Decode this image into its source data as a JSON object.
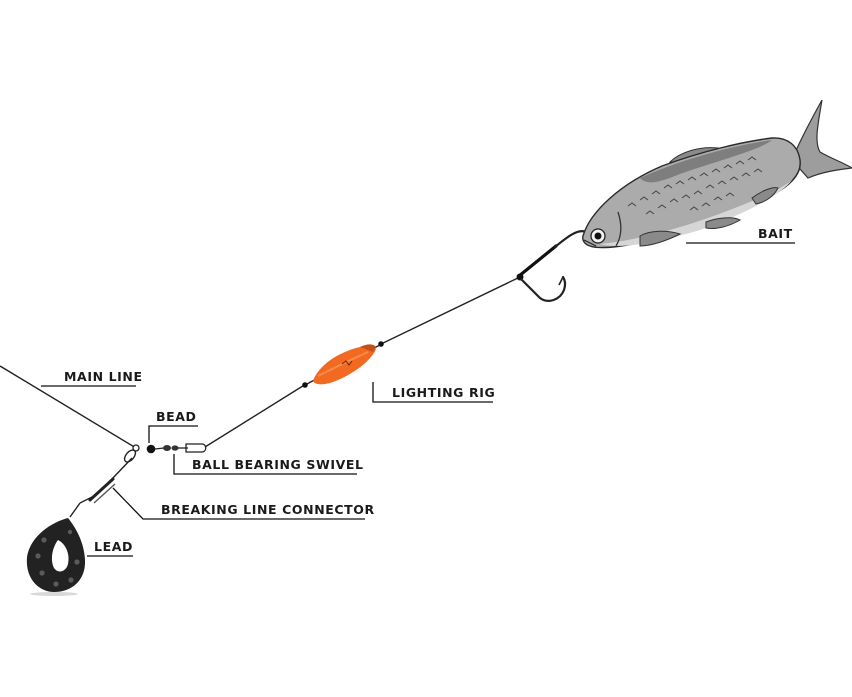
{
  "labels": {
    "main_line": "MAIN LINE",
    "bead": "BEAD",
    "ball_bearing_swivel": "BALL BEARING SWIVEL",
    "breaking_line_connector": "BREAKING LINE CONNECTOR",
    "lead": "LEAD",
    "lighting_rig": "LIGHTING RIG",
    "bait": "BAIT"
  },
  "colors": {
    "float": "#f26a21",
    "fish_body": "#a9a9a9",
    "lead": "#222222",
    "line": "#222222"
  },
  "icons": {
    "fish": "fish-icon",
    "hook": "hook-icon",
    "float": "float-icon",
    "lead": "lead-weight-icon",
    "swivel": "swivel-icon"
  }
}
